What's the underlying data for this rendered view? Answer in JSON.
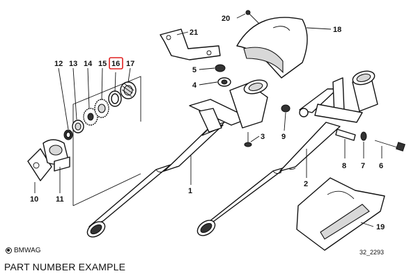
{
  "labels": {
    "p1": "1",
    "p2": "2",
    "p3": "3",
    "p4": "4",
    "p5": "5",
    "p6": "6",
    "p7": "7",
    "p8": "8",
    "p9": "9",
    "p10": "10",
    "p11": "11",
    "p12": "12",
    "p13": "13",
    "p14": "14",
    "p15": "15",
    "p16": "16",
    "p17": "17",
    "p18": "18",
    "p19": "19",
    "p20": "20",
    "p21": "21"
  },
  "highlight": {
    "label": "16",
    "color": "#e02020"
  },
  "footer": {
    "brand": "BMWAG",
    "caption": "PART NUMBER EXAMPLE",
    "diagram_code": "32_2293"
  }
}
